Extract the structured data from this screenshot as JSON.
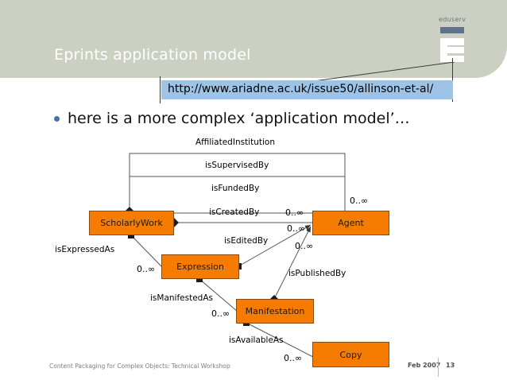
{
  "slide": {
    "title": "Eprints application model",
    "bullet": "here is a more complex ‘application model’…",
    "url": "http://www.ariadne.ac.uk/issue50/allinson-et-al/",
    "logo_word": "eduserv",
    "colors": {
      "header_band": "#ccd0c3",
      "node_fill": "#f57c00",
      "node_stroke": "#8a4a12",
      "url_highlight": "#9dc3e6",
      "bullet_dot": "#4a6fa5",
      "logo_bar": "#5f7391"
    }
  },
  "diagram": {
    "nodes": [
      {
        "id": "scholarlywork",
        "label": "ScholarlyWork"
      },
      {
        "id": "agent",
        "label": "Agent"
      },
      {
        "id": "expression",
        "label": "Expression"
      },
      {
        "id": "manifestation",
        "label": "Manifestation"
      },
      {
        "id": "copy",
        "label": "Copy"
      }
    ],
    "relations": [
      {
        "id": "affiliatedinstitution",
        "label": "AffiliatedInstitution",
        "from": "scholarlywork",
        "to": "agent"
      },
      {
        "id": "issupervisedby",
        "label": "isSupervisedBy",
        "from": "scholarlywork",
        "to": "agent"
      },
      {
        "id": "isfundedby",
        "label": "isFundedBy",
        "from": "scholarlywork",
        "to": "agent"
      },
      {
        "id": "iscreatedby",
        "label": "isCreatedBy",
        "from": "scholarlywork",
        "to": "agent"
      },
      {
        "id": "isexpressedas",
        "label": "isExpressedAs",
        "from": "scholarlywork",
        "to": "expression"
      },
      {
        "id": "iseditedby",
        "label": "isEditedBy",
        "from": "expression",
        "to": "agent"
      },
      {
        "id": "ispublishedby",
        "label": "isPublishedBy",
        "from": "manifestation",
        "to": "agent"
      },
      {
        "id": "ismanifestedas",
        "label": "isManifestedAs",
        "from": "expression",
        "to": "manifestation"
      },
      {
        "id": "isavailableas",
        "label": "isAvailableAs",
        "from": "manifestation",
        "to": "copy"
      }
    ],
    "cardinalities": [
      {
        "id": "card-affiliated",
        "value": "0..∞"
      },
      {
        "id": "card-created",
        "value": "0..∞"
      },
      {
        "id": "card-edited-agent",
        "value": "0..∞"
      },
      {
        "id": "card-published-agent",
        "value": "0..∞"
      },
      {
        "id": "card-expressed",
        "value": "0..∞"
      },
      {
        "id": "card-manifested",
        "value": "0..∞"
      },
      {
        "id": "card-available",
        "value": "0..∞"
      }
    ]
  },
  "footer": {
    "left": "Content Packaging for Complex Objects: Technical Workshop",
    "date": "Feb 2007",
    "page": "13"
  }
}
